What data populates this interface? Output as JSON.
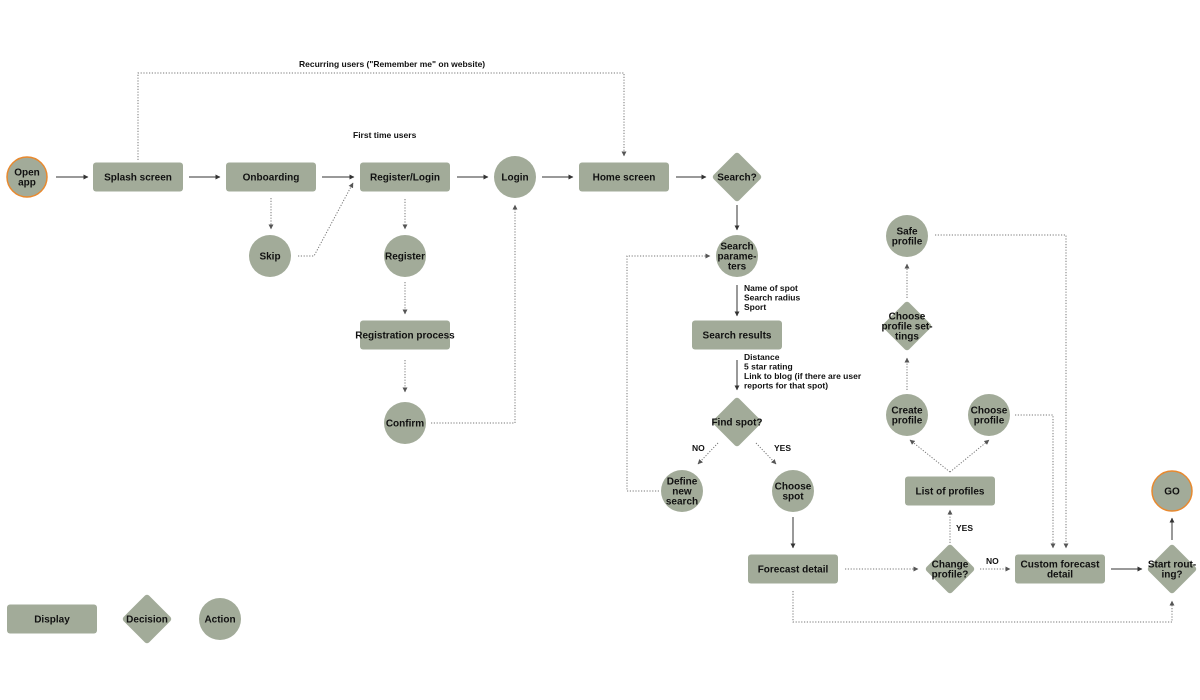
{
  "diagram": {
    "colors": {
      "node_fill": "#a2ab99",
      "start_end_border": "#e8892f",
      "text": "#111111",
      "edge": "#333333",
      "edge_dotted": "#777777"
    },
    "nodes": [
      {
        "id": "open-app",
        "shape": "circle",
        "label": [
          "Open",
          "app"
        ],
        "terminal": true
      },
      {
        "id": "splash-screen",
        "shape": "rect",
        "label": [
          "Splash screen"
        ]
      },
      {
        "id": "onboarding",
        "shape": "rect",
        "label": [
          "Onboarding"
        ]
      },
      {
        "id": "skip",
        "shape": "circle",
        "label": [
          "Skip"
        ]
      },
      {
        "id": "register-login",
        "shape": "rect",
        "label": [
          "Register/Login"
        ]
      },
      {
        "id": "register",
        "shape": "circle",
        "label": [
          "Register"
        ]
      },
      {
        "id": "registration-process",
        "shape": "rect",
        "label": [
          "Registration process"
        ]
      },
      {
        "id": "confirm",
        "shape": "circle",
        "label": [
          "Confirm"
        ]
      },
      {
        "id": "login",
        "shape": "circle",
        "label": [
          "Login"
        ]
      },
      {
        "id": "home-screen",
        "shape": "rect",
        "label": [
          "Home screen"
        ]
      },
      {
        "id": "search",
        "shape": "diamond",
        "label": [
          "Search?"
        ]
      },
      {
        "id": "search-parameters",
        "shape": "circle",
        "label": [
          "Search",
          "parame-",
          "ters"
        ]
      },
      {
        "id": "search-results",
        "shape": "rect",
        "label": [
          "Search results"
        ]
      },
      {
        "id": "find-spot",
        "shape": "diamond",
        "label": [
          "Find spot?"
        ]
      },
      {
        "id": "define-new-search",
        "shape": "circle",
        "label": [
          "Define",
          "new",
          "search"
        ]
      },
      {
        "id": "choose-spot",
        "shape": "circle",
        "label": [
          "Choose",
          "spot"
        ]
      },
      {
        "id": "forecast-detail",
        "shape": "rect",
        "label": [
          "Forecast detail"
        ]
      },
      {
        "id": "change-profile",
        "shape": "diamond",
        "label": [
          "Change",
          "profile?"
        ]
      },
      {
        "id": "list-of-profiles",
        "shape": "rect",
        "label": [
          "List of profiles"
        ]
      },
      {
        "id": "create-profile",
        "shape": "circle",
        "label": [
          "Create",
          "profile"
        ]
      },
      {
        "id": "choose-profile",
        "shape": "circle",
        "label": [
          "Choose",
          "profile"
        ]
      },
      {
        "id": "choose-profile-settings",
        "shape": "diamond",
        "label": [
          "Choose",
          "profile set-",
          "tings"
        ]
      },
      {
        "id": "safe-profile",
        "shape": "circle",
        "label": [
          "Safe",
          "profile"
        ]
      },
      {
        "id": "custom-forecast-detail",
        "shape": "rect",
        "label": [
          "Custom forecast",
          "detail"
        ]
      },
      {
        "id": "start-routing",
        "shape": "diamond",
        "label": [
          "Start rout-",
          "ing?"
        ]
      },
      {
        "id": "go",
        "shape": "circle",
        "label": [
          "GO"
        ],
        "terminal": true
      }
    ],
    "annotations": [
      {
        "id": "recurring-users",
        "lines": [
          "Recurring users (\"Remember me\" on website)"
        ]
      },
      {
        "id": "first-time-users",
        "lines": [
          "First time users"
        ]
      },
      {
        "id": "search-criteria",
        "lines": [
          "Name of spot",
          "Search radius",
          "Sport"
        ]
      },
      {
        "id": "result-details",
        "lines": [
          "Distance",
          "5 star rating",
          "Link to blog (if there are user",
          "reports for that spot)"
        ]
      },
      {
        "id": "find-no",
        "lines": [
          "NO"
        ]
      },
      {
        "id": "find-yes",
        "lines": [
          "YES"
        ]
      },
      {
        "id": "change-yes",
        "lines": [
          "YES"
        ]
      },
      {
        "id": "change-no",
        "lines": [
          "NO"
        ]
      }
    ],
    "edges": [
      {
        "from": "open-app",
        "to": "splash-screen",
        "style": "solid"
      },
      {
        "from": "splash-screen",
        "to": "onboarding",
        "style": "solid"
      },
      {
        "from": "onboarding",
        "to": "register-login",
        "style": "solid"
      },
      {
        "from": "onboarding",
        "to": "skip",
        "style": "dotted"
      },
      {
        "from": "skip",
        "to": "register-login",
        "style": "dotted"
      },
      {
        "from": "register-login",
        "to": "login",
        "style": "solid"
      },
      {
        "from": "register-login",
        "to": "register",
        "style": "dotted"
      },
      {
        "from": "register",
        "to": "registration-process",
        "style": "dotted"
      },
      {
        "from": "registration-process",
        "to": "confirm",
        "style": "dotted"
      },
      {
        "from": "confirm",
        "to": "login",
        "style": "dotted"
      },
      {
        "from": "login",
        "to": "home-screen",
        "style": "solid"
      },
      {
        "from": "splash-screen",
        "to": "home-screen",
        "style": "dotted",
        "label": "recurring-users"
      },
      {
        "from": "home-screen",
        "to": "search",
        "style": "solid"
      },
      {
        "from": "search",
        "to": "search-parameters",
        "style": "solid"
      },
      {
        "from": "search-parameters",
        "to": "search-results",
        "style": "solid"
      },
      {
        "from": "search-results",
        "to": "find-spot",
        "style": "solid"
      },
      {
        "from": "find-spot",
        "to": "define-new-search",
        "style": "dotted",
        "label": "NO"
      },
      {
        "from": "find-spot",
        "to": "choose-spot",
        "style": "dotted",
        "label": "YES"
      },
      {
        "from": "define-new-search",
        "to": "search-parameters",
        "style": "dotted"
      },
      {
        "from": "choose-spot",
        "to": "forecast-detail",
        "style": "solid"
      },
      {
        "from": "forecast-detail",
        "to": "change-profile",
        "style": "dotted"
      },
      {
        "from": "forecast-detail",
        "to": "start-routing",
        "style": "dotted"
      },
      {
        "from": "change-profile",
        "to": "list-of-profiles",
        "style": "dotted",
        "label": "YES"
      },
      {
        "from": "change-profile",
        "to": "custom-forecast-detail",
        "style": "dotted",
        "label": "NO"
      },
      {
        "from": "list-of-profiles",
        "to": "create-profile",
        "style": "dotted"
      },
      {
        "from": "list-of-profiles",
        "to": "choose-profile",
        "style": "dotted"
      },
      {
        "from": "create-profile",
        "to": "choose-profile-settings",
        "style": "dotted"
      },
      {
        "from": "choose-profile-settings",
        "to": "safe-profile",
        "style": "dotted"
      },
      {
        "from": "safe-profile",
        "to": "custom-forecast-detail",
        "style": "dotted"
      },
      {
        "from": "choose-profile",
        "to": "custom-forecast-detail",
        "style": "dotted"
      },
      {
        "from": "custom-forecast-detail",
        "to": "start-routing",
        "style": "solid"
      },
      {
        "from": "start-routing",
        "to": "go",
        "style": "solid"
      }
    ],
    "legend": [
      {
        "id": "display",
        "shape": "rect",
        "label": "Display"
      },
      {
        "id": "decision",
        "shape": "diamond",
        "label": "Decision"
      },
      {
        "id": "action",
        "shape": "circle",
        "label": "Action"
      }
    ]
  }
}
